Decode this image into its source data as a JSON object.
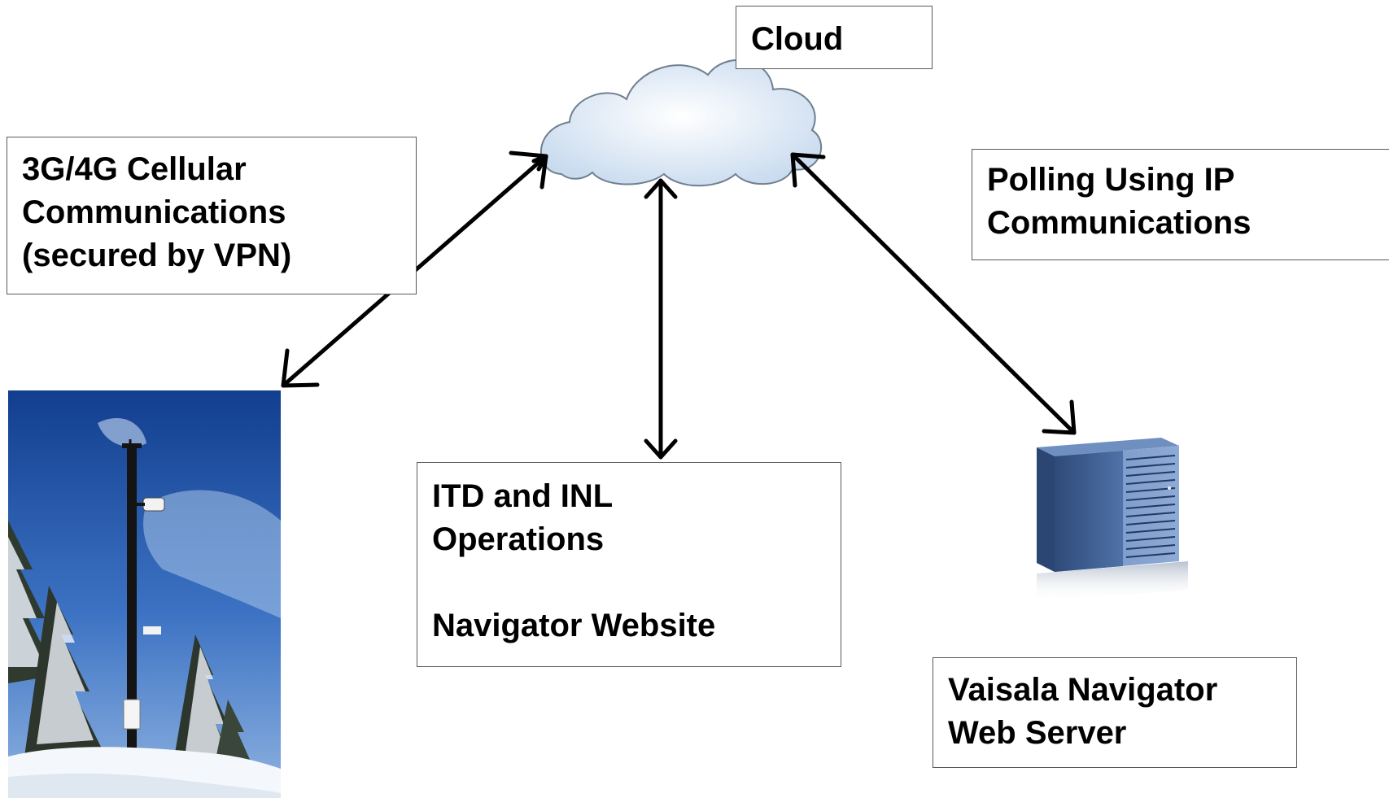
{
  "cloud_label": "Cloud",
  "cellular_label": {
    "line1": "3G/4G Cellular",
    "line2": "Communications",
    "line3": "(secured by VPN)"
  },
  "polling_label": {
    "line1": "Polling Using IP",
    "line2": "Communications"
  },
  "operations_label": {
    "line1": "ITD and INL",
    "line2": "Operations",
    "line3": "Navigator Website"
  },
  "server_label": {
    "line1": "Vaisala Navigator",
    "line2": "Web Server"
  },
  "colors": {
    "arrow": "#000000",
    "box_border": "#5a5a5a",
    "cloud_fill": "#dbe8f6",
    "cloud_stroke": "#6f7f8f",
    "server_body": "#3f5f8f",
    "sky": "#1f4f9f",
    "snow": "#f4f7fb"
  },
  "icons": {
    "cloud": "cloud-icon",
    "weather_station": "weather-station-photo",
    "server": "server-tower-icon"
  }
}
